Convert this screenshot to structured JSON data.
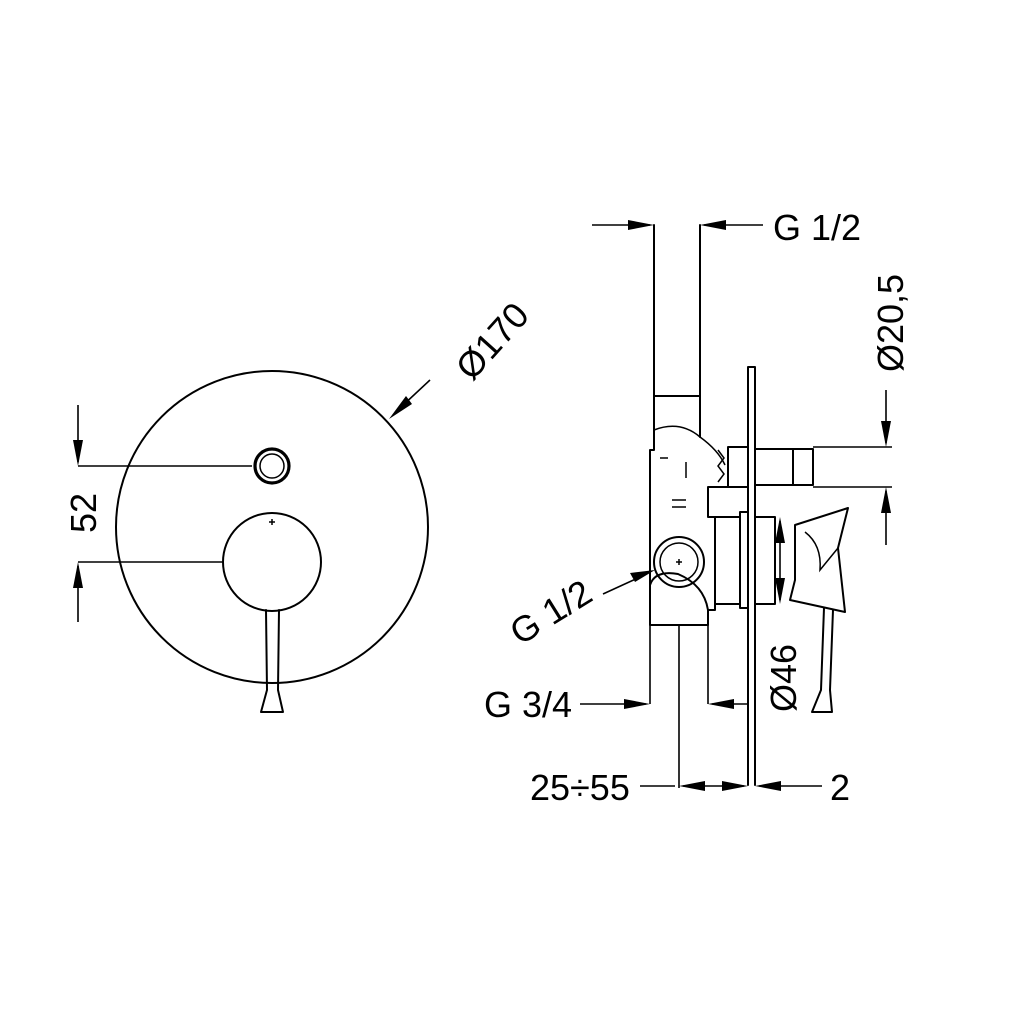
{
  "front_view": {
    "diameter_label": "Ø170",
    "offset_label": "52"
  },
  "side_view": {
    "top_thread_label": "G 1/2",
    "pipe_diameter_label": "Ø20,5",
    "side_thread_label": "G 1/2",
    "bottom_thread_label": "G 3/4",
    "handle_diameter_label": "Ø46",
    "depth_range_label": "25÷55",
    "plate_thickness_label": "2"
  }
}
